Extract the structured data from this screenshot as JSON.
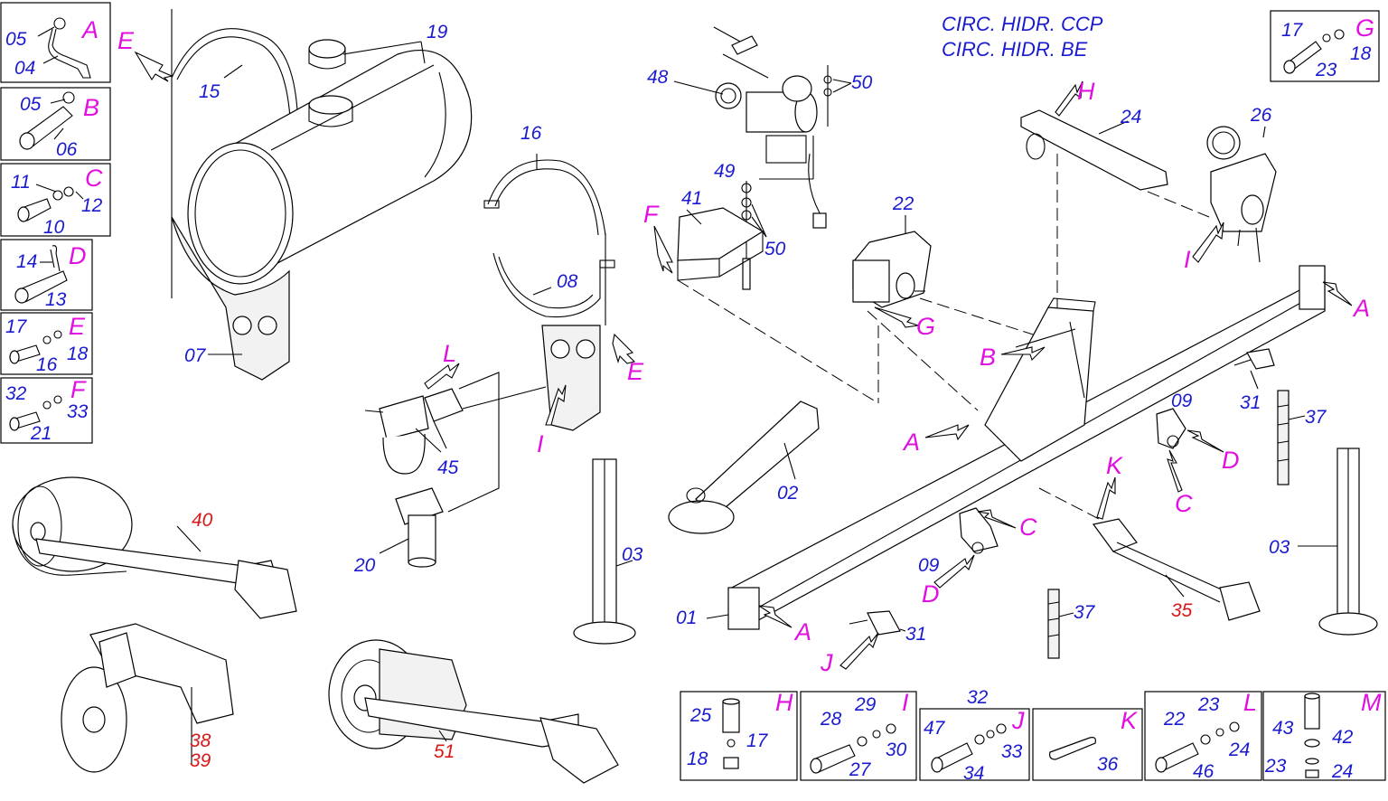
{
  "header": {
    "line1": "CIRC. HIDR. CCP",
    "line2": "CIRC. HIDR. BE"
  },
  "detail_boxes": {
    "A": {
      "letter": "A",
      "parts": [
        "05",
        "04"
      ]
    },
    "B": {
      "letter": "B",
      "parts": [
        "05",
        "06"
      ]
    },
    "C": {
      "letter": "C",
      "parts": [
        "11",
        "12",
        "10"
      ]
    },
    "D": {
      "letter": "D",
      "parts": [
        "14",
        "13"
      ]
    },
    "E": {
      "letter": "E",
      "parts": [
        "17",
        "18",
        "16"
      ]
    },
    "F": {
      "letter": "F",
      "parts": [
        "32",
        "33",
        "21"
      ]
    },
    "G": {
      "letter": "G",
      "parts": [
        "17",
        "18",
        "23"
      ]
    },
    "H": {
      "letter": "H",
      "parts": [
        "25",
        "17",
        "18"
      ]
    },
    "I": {
      "letter": "I",
      "parts": [
        "28",
        "29",
        "30",
        "27"
      ]
    },
    "J": {
      "letter": "J",
      "parts": [
        "32",
        "47",
        "33",
        "34"
      ]
    },
    "K": {
      "letter": "K",
      "parts": [
        "36"
      ]
    },
    "L": {
      "letter": "L",
      "parts": [
        "22",
        "23",
        "24",
        "46"
      ]
    },
    "M": {
      "letter": "M",
      "parts": [
        "43",
        "42",
        "23",
        "24"
      ]
    }
  },
  "callouts": {
    "tank_strap_top": "15",
    "tank_cap": "19",
    "tank_bracket": "07",
    "strap_16": "16",
    "strap_08": "08",
    "pump_assembly": "48",
    "hardware_50a": "50",
    "hardware_49": "49",
    "hardware_50b": "50",
    "plate_41": "41",
    "valve_22": "22",
    "bar_24": "24",
    "gauge_26": "26",
    "filter_45": "45",
    "filter_20": "20",
    "leg_02": "02",
    "leg_03_left": "03",
    "leg_03_right": "03",
    "frame_01": "01",
    "bracket_09a": "09",
    "bracket_09b": "09",
    "clip_31a": "31",
    "clip_31b": "31",
    "spring_37a": "37",
    "spring_37b": "37",
    "shaft_35": "35",
    "wheel_40": "40",
    "disc_38": "38",
    "disc_39": "39",
    "wheel_51": "51"
  },
  "letter_markers": {
    "E_tank": "E",
    "E_strap": "E",
    "L_filter": "L",
    "I_strap": "I",
    "F_plate": "F",
    "G_valve": "G",
    "H_bar": "H",
    "I_gauge": "I",
    "A_frame_right": "A",
    "B_mast": "B",
    "A_mast": "A",
    "D_bracket_right": "D",
    "C_bracket_right": "C",
    "K_shaft": "K",
    "C_bracket_mid": "C",
    "D_bracket_mid": "D",
    "A_frame_front": "A",
    "J_clip": "J"
  }
}
